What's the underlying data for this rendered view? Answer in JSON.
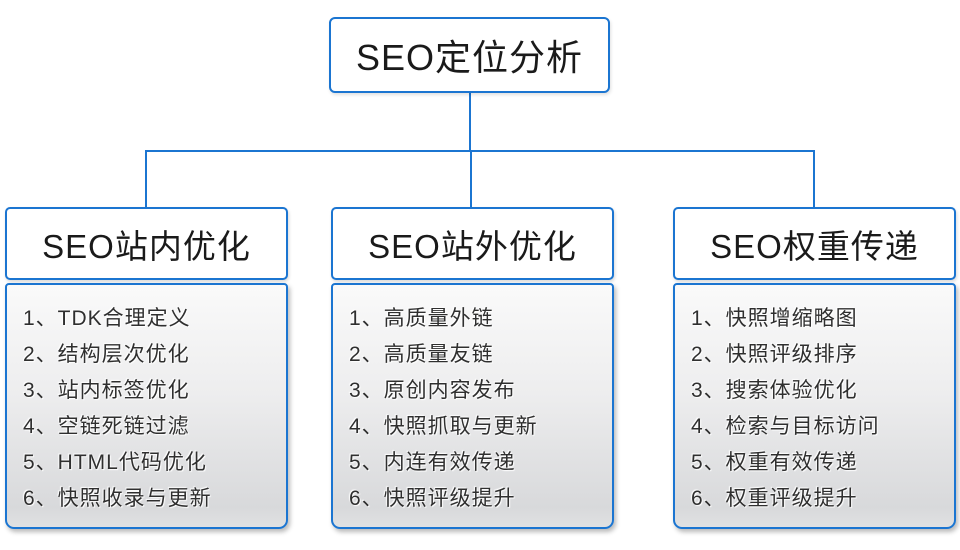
{
  "diagram": {
    "root_label": "SEO定位分析",
    "branches": [
      {
        "title": "SEO站内优化",
        "items": [
          "1、TDK合理定义",
          "2、结构层次优化",
          "3、站内标签优化",
          "4、空链死链过滤",
          "5、HTML代码优化",
          "6、快照收录与更新"
        ]
      },
      {
        "title": "SEO站外优化",
        "items": [
          "1、高质量外链",
          "2、高质量友链",
          "3、原创内容发布",
          "4、快照抓取与更新",
          "5、内连有效传递",
          "6、快照评级提升"
        ]
      },
      {
        "title": "SEO权重传递",
        "items": [
          "1、快照增缩略图",
          "2、快照评级排序",
          "3、搜索体验优化",
          "4、检索与目标访问",
          "5、权重有效传递",
          "6、权重评级提升"
        ]
      }
    ]
  },
  "colors": {
    "accent_blue": "#1b75d1",
    "text_dark": "#1a1a1a",
    "body_gradient_top": "#fafafa",
    "body_gradient_bottom": "#d8d9db"
  }
}
